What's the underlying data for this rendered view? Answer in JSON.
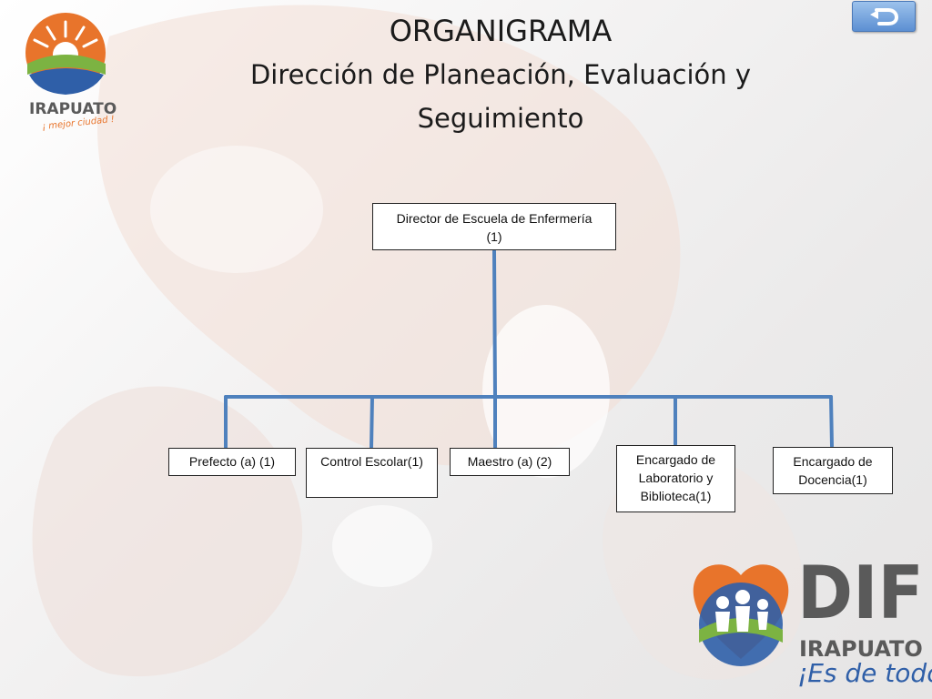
{
  "slide": {
    "title_line1": "ORGANIGRAMA",
    "title_line2": "Dirección de Planeación, Evaluación y",
    "title_line3": "Seguimiento"
  },
  "org_chart": {
    "root": {
      "label_line1": "Director de Escuela de Enfermería",
      "label_line2": "(1)"
    },
    "children": [
      {
        "lines": [
          "Prefecto (a) (1)"
        ]
      },
      {
        "lines": [
          "Control Escolar(1)"
        ]
      },
      {
        "lines": [
          "Maestro (a) (2)"
        ]
      },
      {
        "lines": [
          "Encargado de",
          "Laboratorio y",
          "Biblioteca(1)"
        ]
      },
      {
        "lines": [
          "Encargado de",
          "Docencia(1)"
        ]
      }
    ]
  },
  "logos": {
    "irapuato": {
      "name": "IRAPUATO",
      "tagline": "¡ mejor ciudad !"
    },
    "dif": {
      "name": "DIF",
      "city": "IRAPUATO",
      "slogan": "¡Es de todos!"
    }
  },
  "colors": {
    "connector": "#4f81bd",
    "accent_orange": "#e8742b",
    "accent_green": "#7cb342",
    "accent_blue": "#2f5fa8",
    "logo_gray": "#5a5a5a"
  },
  "icons": {
    "back": "return-arrow-icon"
  }
}
